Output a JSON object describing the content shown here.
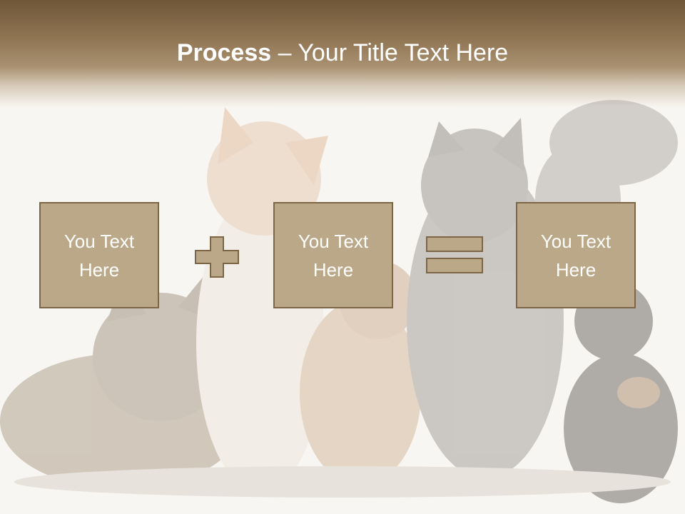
{
  "slide": {
    "title_bold": "Process",
    "title_rest": " – Your Title Text Here",
    "boxes": [
      {
        "text": "You Text\nHere"
      },
      {
        "text": "You Text\nHere"
      },
      {
        "text": "You Text\nHere"
      }
    ],
    "operators": [
      "plus-icon",
      "equals-icon"
    ],
    "colors": {
      "header": "#8f7452",
      "box_fill": "#bba888",
      "box_border": "#7c6646",
      "text": "#ffffff"
    }
  }
}
